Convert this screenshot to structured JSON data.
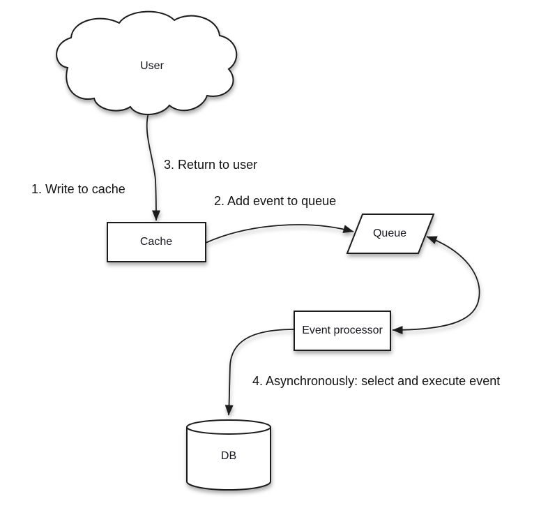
{
  "diagram": {
    "type": "flow-diagram",
    "background_color": "#ffffff",
    "stroke_color": "#1c1c1c",
    "shape_fill_color": "#ffffff",
    "nodes": {
      "user": {
        "label": "User",
        "shape": "cloud"
      },
      "cache": {
        "label": "Cache",
        "shape": "rectangle"
      },
      "queue": {
        "label": "Queue",
        "shape": "parallelogram"
      },
      "event_processor": {
        "label": "Event processor",
        "shape": "rectangle"
      },
      "db": {
        "label": "DB",
        "shape": "cylinder"
      }
    },
    "steps": {
      "step1": "1. Write to cache",
      "step2": "2. Add event to queue",
      "step3": "3. Return to user",
      "step4": "4. Asynchronously: select and execute event"
    },
    "edges": [
      {
        "from": "user",
        "to": "cache",
        "step_labels": [
          "step1",
          "step3"
        ],
        "arrowheads": "end"
      },
      {
        "from": "cache",
        "to": "queue",
        "step_labels": [
          "step2"
        ],
        "arrowheads": "end"
      },
      {
        "from": "queue",
        "to": "event_processor",
        "step_labels": [],
        "arrowheads": "both"
      },
      {
        "from": "event_processor",
        "to": "db",
        "step_labels": [
          "step4"
        ],
        "arrowheads": "end"
      }
    ]
  }
}
